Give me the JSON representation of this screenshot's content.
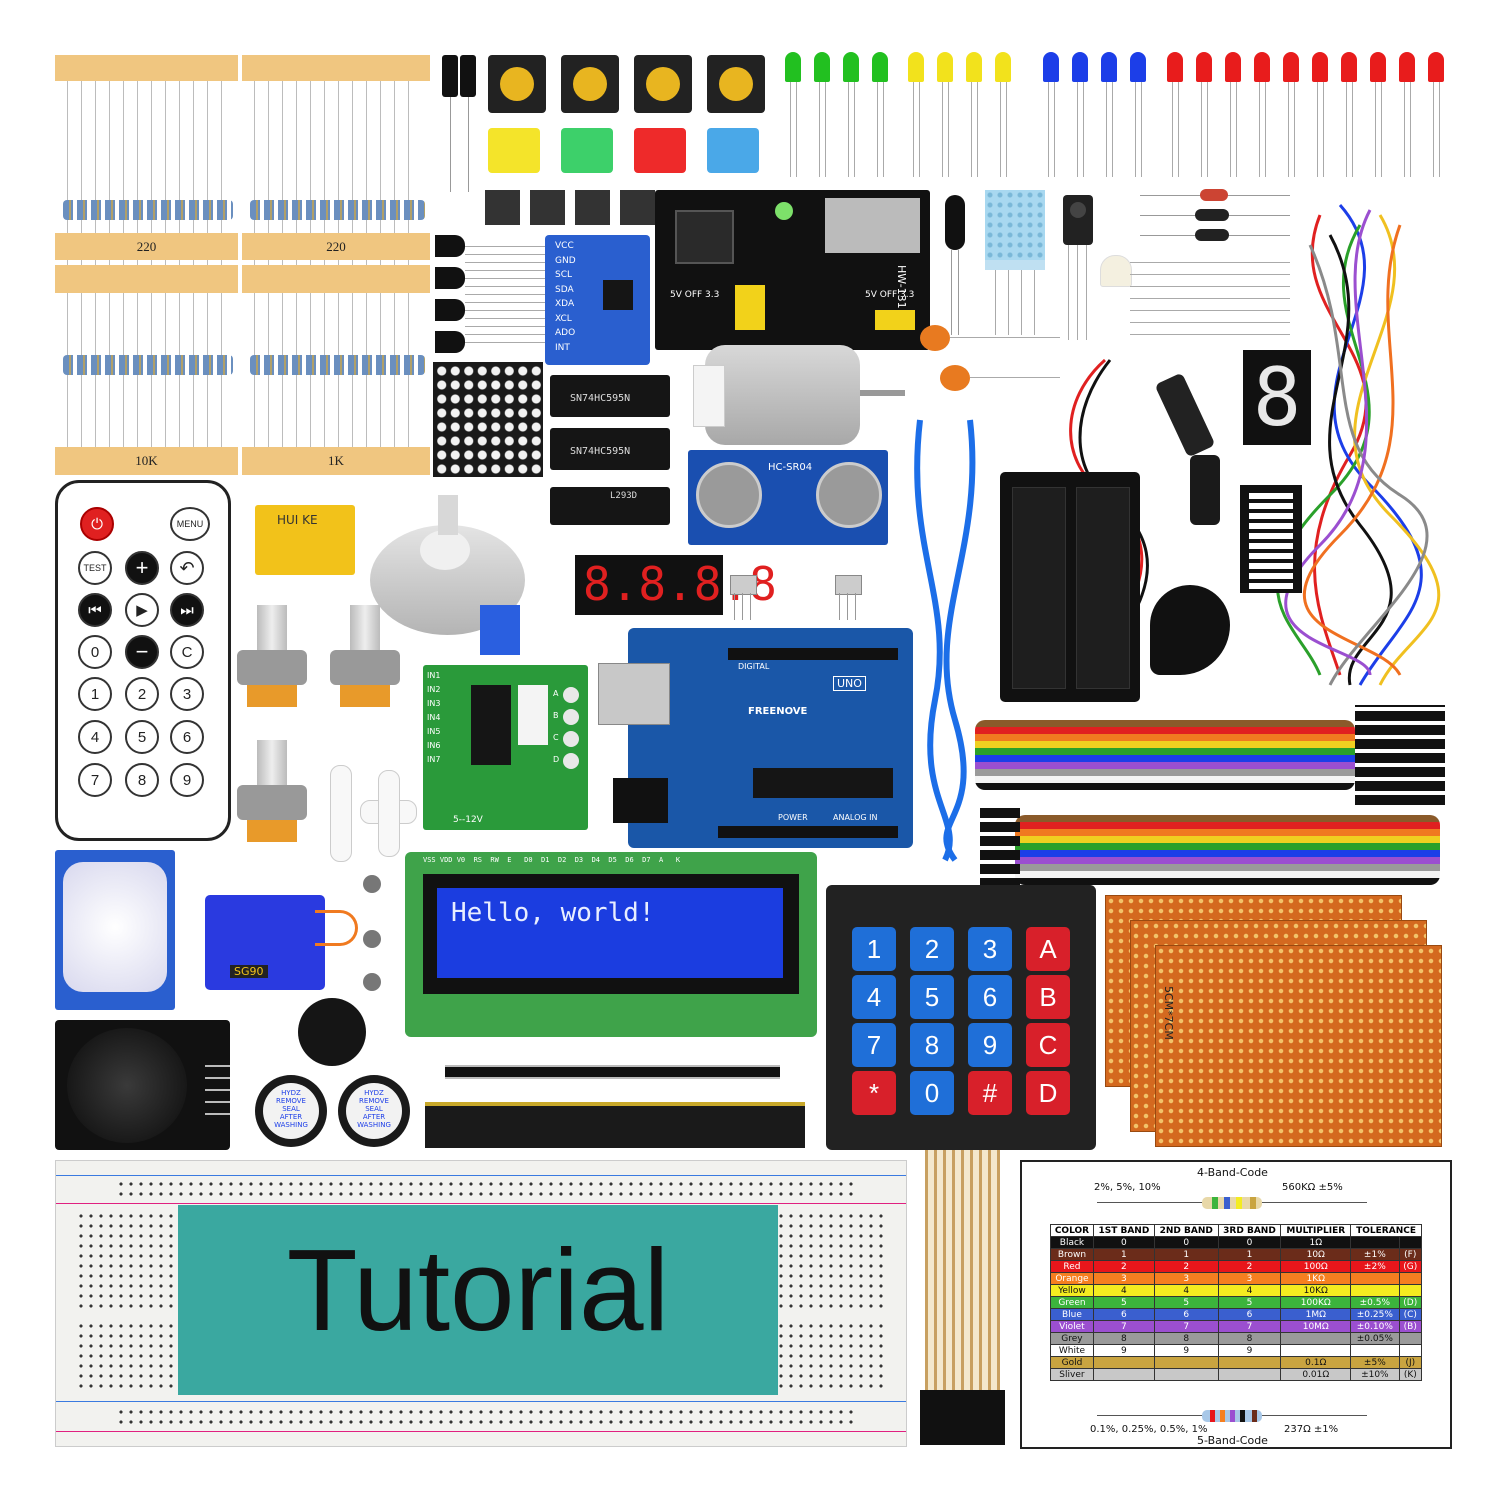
{
  "resistors": {
    "strip_top_left": "220",
    "strip_top_right": "220",
    "strip_bottom_left": "10K",
    "strip_bottom_right": "1K"
  },
  "remote": {
    "power": "⏻",
    "menu": "MENU",
    "test": "TEST",
    "plus": "+",
    "back": "↶",
    "prev": "⏮",
    "play": "▶",
    "next": "⏭",
    "zero": "0",
    "minus": "−",
    "clear": "C",
    "digits": [
      "1",
      "2",
      "3",
      "4",
      "5",
      "6",
      "7",
      "8",
      "9"
    ]
  },
  "relay_label": "HUI KE",
  "display_4digit": "8.8.8.8",
  "display_7seg": "8",
  "ultrasonic_label": "HC-SR04",
  "arduino": {
    "brand": "FREENOVE",
    "model": "UNO",
    "digital": "DIGITAL",
    "analog": "ANALOG IN",
    "power": "POWER"
  },
  "ic_labels": [
    "SN74HC595N",
    "SN74HC595N",
    "L293D"
  ],
  "gyro_pins": [
    "VCC",
    "GND",
    "SCL",
    "SDA",
    "XDA",
    "XCL",
    "ADO",
    "INT"
  ],
  "stepper_driver_pins": [
    "IN1",
    "IN2",
    "IN3",
    "IN4",
    "IN5",
    "IN6",
    "IN7"
  ],
  "stepper_driver_leds": [
    "A",
    "B",
    "C",
    "D"
  ],
  "stepper_driver_voltage": "5--12V",
  "power_module": {
    "label": "HW-131",
    "left": "5V  OFF  3.3",
    "right": "5V  OFF  3.3"
  },
  "lcd_text": "Hello, world!",
  "lcd_pins": "VSS VDD V0  RS  RW  E   D0  D1  D2  D3  D4  D5  D6  D7  A   K",
  "servo_label": "SG90",
  "buzzer_labels": [
    "HYDZ REMOVE SEAL AFTER WASHING",
    "HYDZ REMOVE SEAL AFTER WASHING"
  ],
  "keypad_keys": [
    "1",
    "2",
    "3",
    "A",
    "4",
    "5",
    "6",
    "B",
    "7",
    "8",
    "9",
    "C",
    "*",
    "0",
    "#",
    "D"
  ],
  "proto_label": "5CM*7CM",
  "tutorial_text": "Tutorial",
  "chart": {
    "title4": "4-Band-Code",
    "tol_note": "2%, 5%, 10%",
    "example4": "560KΩ ±5%",
    "title5": "5-Band-Code",
    "tol_note5": "0.1%, 0.25%, 0.5%, 1%",
    "example5": "237Ω ±1%",
    "headers": [
      "COLOR",
      "1ST BAND",
      "2ND BAND",
      "3RD BAND",
      "MULTIPLIER",
      "TOLERANCE"
    ],
    "rows": [
      {
        "color": "Black",
        "b1": "0",
        "b2": "0",
        "b3": "0",
        "mult": "1Ω",
        "tol": "",
        "code": "",
        "bg": "#111111",
        "fg": "#ffffff"
      },
      {
        "color": "Brown",
        "b1": "1",
        "b2": "1",
        "b3": "1",
        "mult": "10Ω",
        "tol": "±1%",
        "code": "(F)",
        "bg": "#6b2c1a",
        "fg": "#ffffff"
      },
      {
        "color": "Red",
        "b1": "2",
        "b2": "2",
        "b3": "2",
        "mult": "100Ω",
        "tol": "±2%",
        "code": "(G)",
        "bg": "#e8161b",
        "fg": "#ffffff"
      },
      {
        "color": "Orange",
        "b1": "3",
        "b2": "3",
        "b3": "3",
        "mult": "1KΩ",
        "tol": "",
        "code": "",
        "bg": "#f57f20",
        "fg": "#ffffff"
      },
      {
        "color": "Yellow",
        "b1": "4",
        "b2": "4",
        "b3": "4",
        "mult": "10KΩ",
        "tol": "",
        "code": "",
        "bg": "#f4ec20",
        "fg": "#111111"
      },
      {
        "color": "Green",
        "b1": "5",
        "b2": "5",
        "b3": "5",
        "mult": "100KΩ",
        "tol": "±0.5%",
        "code": "(D)",
        "bg": "#3cb43c",
        "fg": "#ffffff"
      },
      {
        "color": "Blue",
        "b1": "6",
        "b2": "6",
        "b3": "6",
        "mult": "1MΩ",
        "tol": "±0.25%",
        "code": "(C)",
        "bg": "#3a5fcf",
        "fg": "#ffffff"
      },
      {
        "color": "Violet",
        "b1": "7",
        "b2": "7",
        "b3": "7",
        "mult": "10MΩ",
        "tol": "±0.10%",
        "code": "(B)",
        "bg": "#9b4fd0",
        "fg": "#ffffff"
      },
      {
        "color": "Grey",
        "b1": "8",
        "b2": "8",
        "b3": "8",
        "mult": "",
        "tol": "±0.05%",
        "code": "",
        "bg": "#9a9a9a",
        "fg": "#111111"
      },
      {
        "color": "White",
        "b1": "9",
        "b2": "9",
        "b3": "9",
        "mult": "",
        "tol": "",
        "code": "",
        "bg": "#ffffff",
        "fg": "#111111"
      },
      {
        "color": "Gold",
        "b1": "",
        "b2": "",
        "b3": "",
        "mult": "0.1Ω",
        "tol": "±5%",
        "code": "(J)",
        "bg": "#c9a440",
        "fg": "#111111"
      },
      {
        "color": "Sliver",
        "b1": "",
        "b2": "",
        "b3": "",
        "mult": "0.01Ω",
        "tol": "±10%",
        "code": "(K)",
        "bg": "#c8c8c8",
        "fg": "#111111"
      }
    ]
  },
  "colors": {
    "led_green": "#22c020",
    "led_yellow": "#f2e21c",
    "led_blue": "#1c3ee8",
    "led_red": "#e81c1c"
  }
}
